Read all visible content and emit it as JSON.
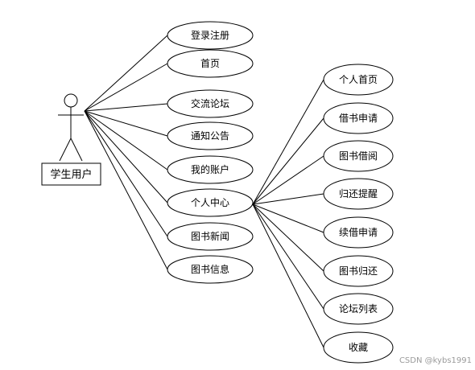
{
  "actor": {
    "label": "学生用户"
  },
  "use_cases": [
    {
      "id": "login",
      "label": "登录注册"
    },
    {
      "id": "home",
      "label": "首页"
    },
    {
      "id": "forum",
      "label": "交流论坛"
    },
    {
      "id": "notice",
      "label": "通知公告"
    },
    {
      "id": "account",
      "label": "我的账户"
    },
    {
      "id": "center",
      "label": "个人中心"
    },
    {
      "id": "news",
      "label": "图书新闻"
    },
    {
      "id": "bookinfo",
      "label": "图书信息"
    }
  ],
  "sub_use_cases": [
    {
      "id": "p-home",
      "label": "个人首页"
    },
    {
      "id": "borrow-apply",
      "label": "借书申请"
    },
    {
      "id": "borrow-read",
      "label": "图书借阅"
    },
    {
      "id": "return-remind",
      "label": "归还提醒"
    },
    {
      "id": "renew-apply",
      "label": "续借申请"
    },
    {
      "id": "book-return",
      "label": "图书归还"
    },
    {
      "id": "forum-list",
      "label": "论坛列表"
    },
    {
      "id": "favorite",
      "label": "收藏"
    }
  ],
  "watermark": "CSDN @kybs1991"
}
